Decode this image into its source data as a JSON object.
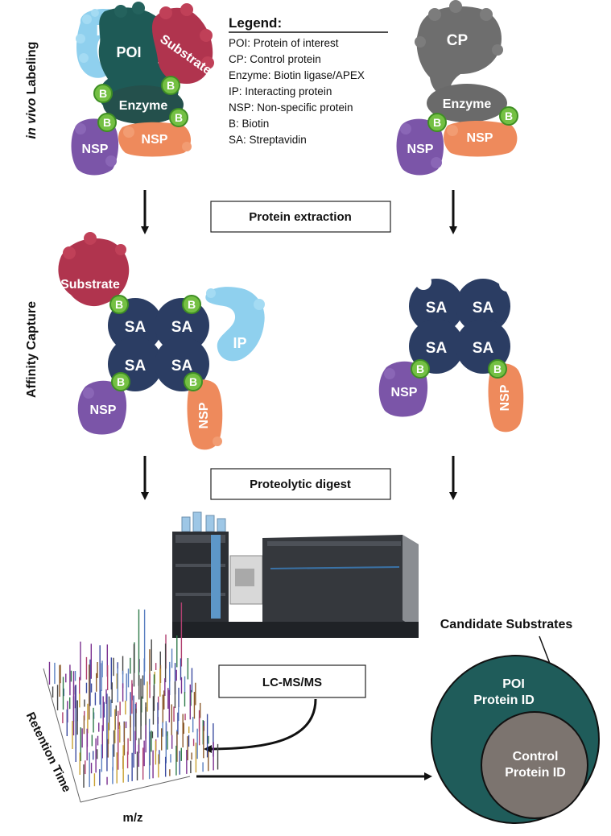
{
  "side_labels": {
    "labeling_italic": "in vivo",
    "labeling_rest": " Labeling",
    "capture": "Affinity Capture"
  },
  "legend": {
    "title": "Legend:",
    "items": [
      "POI: Protein of interest",
      "CP: Control protein",
      "Enzyme: Biotin ligase/APEX",
      "IP: Interacting protein",
      "NSP: Non-specific protein",
      "B: Biotin",
      "SA: Streptavidin"
    ]
  },
  "proteins": {
    "ip": "IP",
    "poi": "POI",
    "substrate": "Substrate",
    "enzyme": "Enzyme",
    "nsp": "NSP",
    "cp": "CP",
    "biotin": "B",
    "sa": "SA"
  },
  "steps": {
    "extraction": "Protein extraction",
    "digest": "Proteolytic digest",
    "lcms": "LC-MS/MS"
  },
  "spectrum_axes": {
    "retention": "Retention Time",
    "mz": "m/z"
  },
  "venn": {
    "title": "Candidate Substrates",
    "outer_line1": "POI",
    "outer_line2": "Protein ID",
    "inner_line1": "Control",
    "inner_line2": "Protein ID"
  },
  "colors": {
    "ip": "#8fd0ee",
    "poi": "#1e5a56",
    "substrate": "#b0344e",
    "enzyme": "#24504c",
    "nsp_purple": "#7b55a8",
    "nsp_orange": "#ee8a5c",
    "cp": "#6e6e6e",
    "biotin_fill": "#74c043",
    "biotin_stroke": "#3f8f24",
    "sa": "#2b3d63",
    "venn_outer": "#1f5c5a",
    "venn_inner": "#7c746f"
  }
}
